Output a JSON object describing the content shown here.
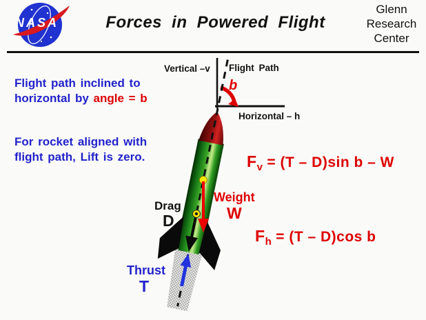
{
  "header": {
    "title": "Forces in Powered Flight",
    "org_line1": "Glenn",
    "org_line2": "Research",
    "org_line3": "Center",
    "logo_text": "NASA"
  },
  "annotations": {
    "incline_line1": "Flight path inclined to",
    "incline_line2_blue": "horizontal by",
    "incline_line2_red": "angle = b",
    "lift_line1": "For rocket aligned with",
    "lift_line2": "flight path, Lift is zero."
  },
  "diagram": {
    "vertical_axis_label": "Vertical –v",
    "flight_path_label": "Flight Path",
    "angle_label": "b",
    "horizontal_axis_label": "Horizontal – h",
    "drag_label": "Drag",
    "drag_symbol": "D",
    "weight_label": "Weight",
    "weight_symbol": "W",
    "thrust_label": "Thrust",
    "thrust_symbol": "T"
  },
  "equations": {
    "fv_lhs": "F",
    "fv_sub": "v",
    "fv_rhs": "= (T – D)sin b – W",
    "fh_lhs": "F",
    "fh_sub": "h",
    "fh_rhs": "= (T – D)cos b"
  },
  "colors": {
    "text_blue": "#2222cc",
    "text_red": "#dd0000",
    "rocket_green": "#2f9e2f",
    "nose_red": "#991111",
    "thrust_blue": "#2233dd",
    "nasa_blue": "#2032cf"
  }
}
